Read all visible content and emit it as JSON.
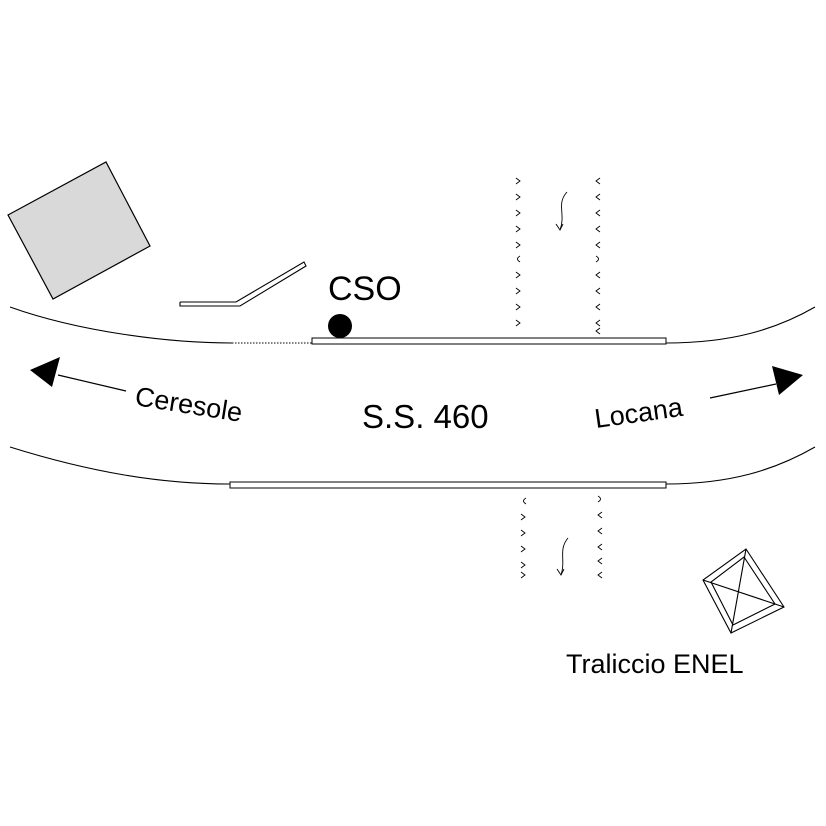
{
  "labels": {
    "station": "CSO",
    "road": "S.S. 460",
    "west_direction": "Ceresole",
    "east_direction": "Locana",
    "pylon": "Traliccio ENEL"
  },
  "colors": {
    "ink": "#000000",
    "building_fill": "#d9d9d9",
    "background": "#ffffff"
  },
  "icons": {
    "station": "filled-circle",
    "pylon": "pylon-square-cross",
    "arrows": "triangle-arrowhead"
  }
}
